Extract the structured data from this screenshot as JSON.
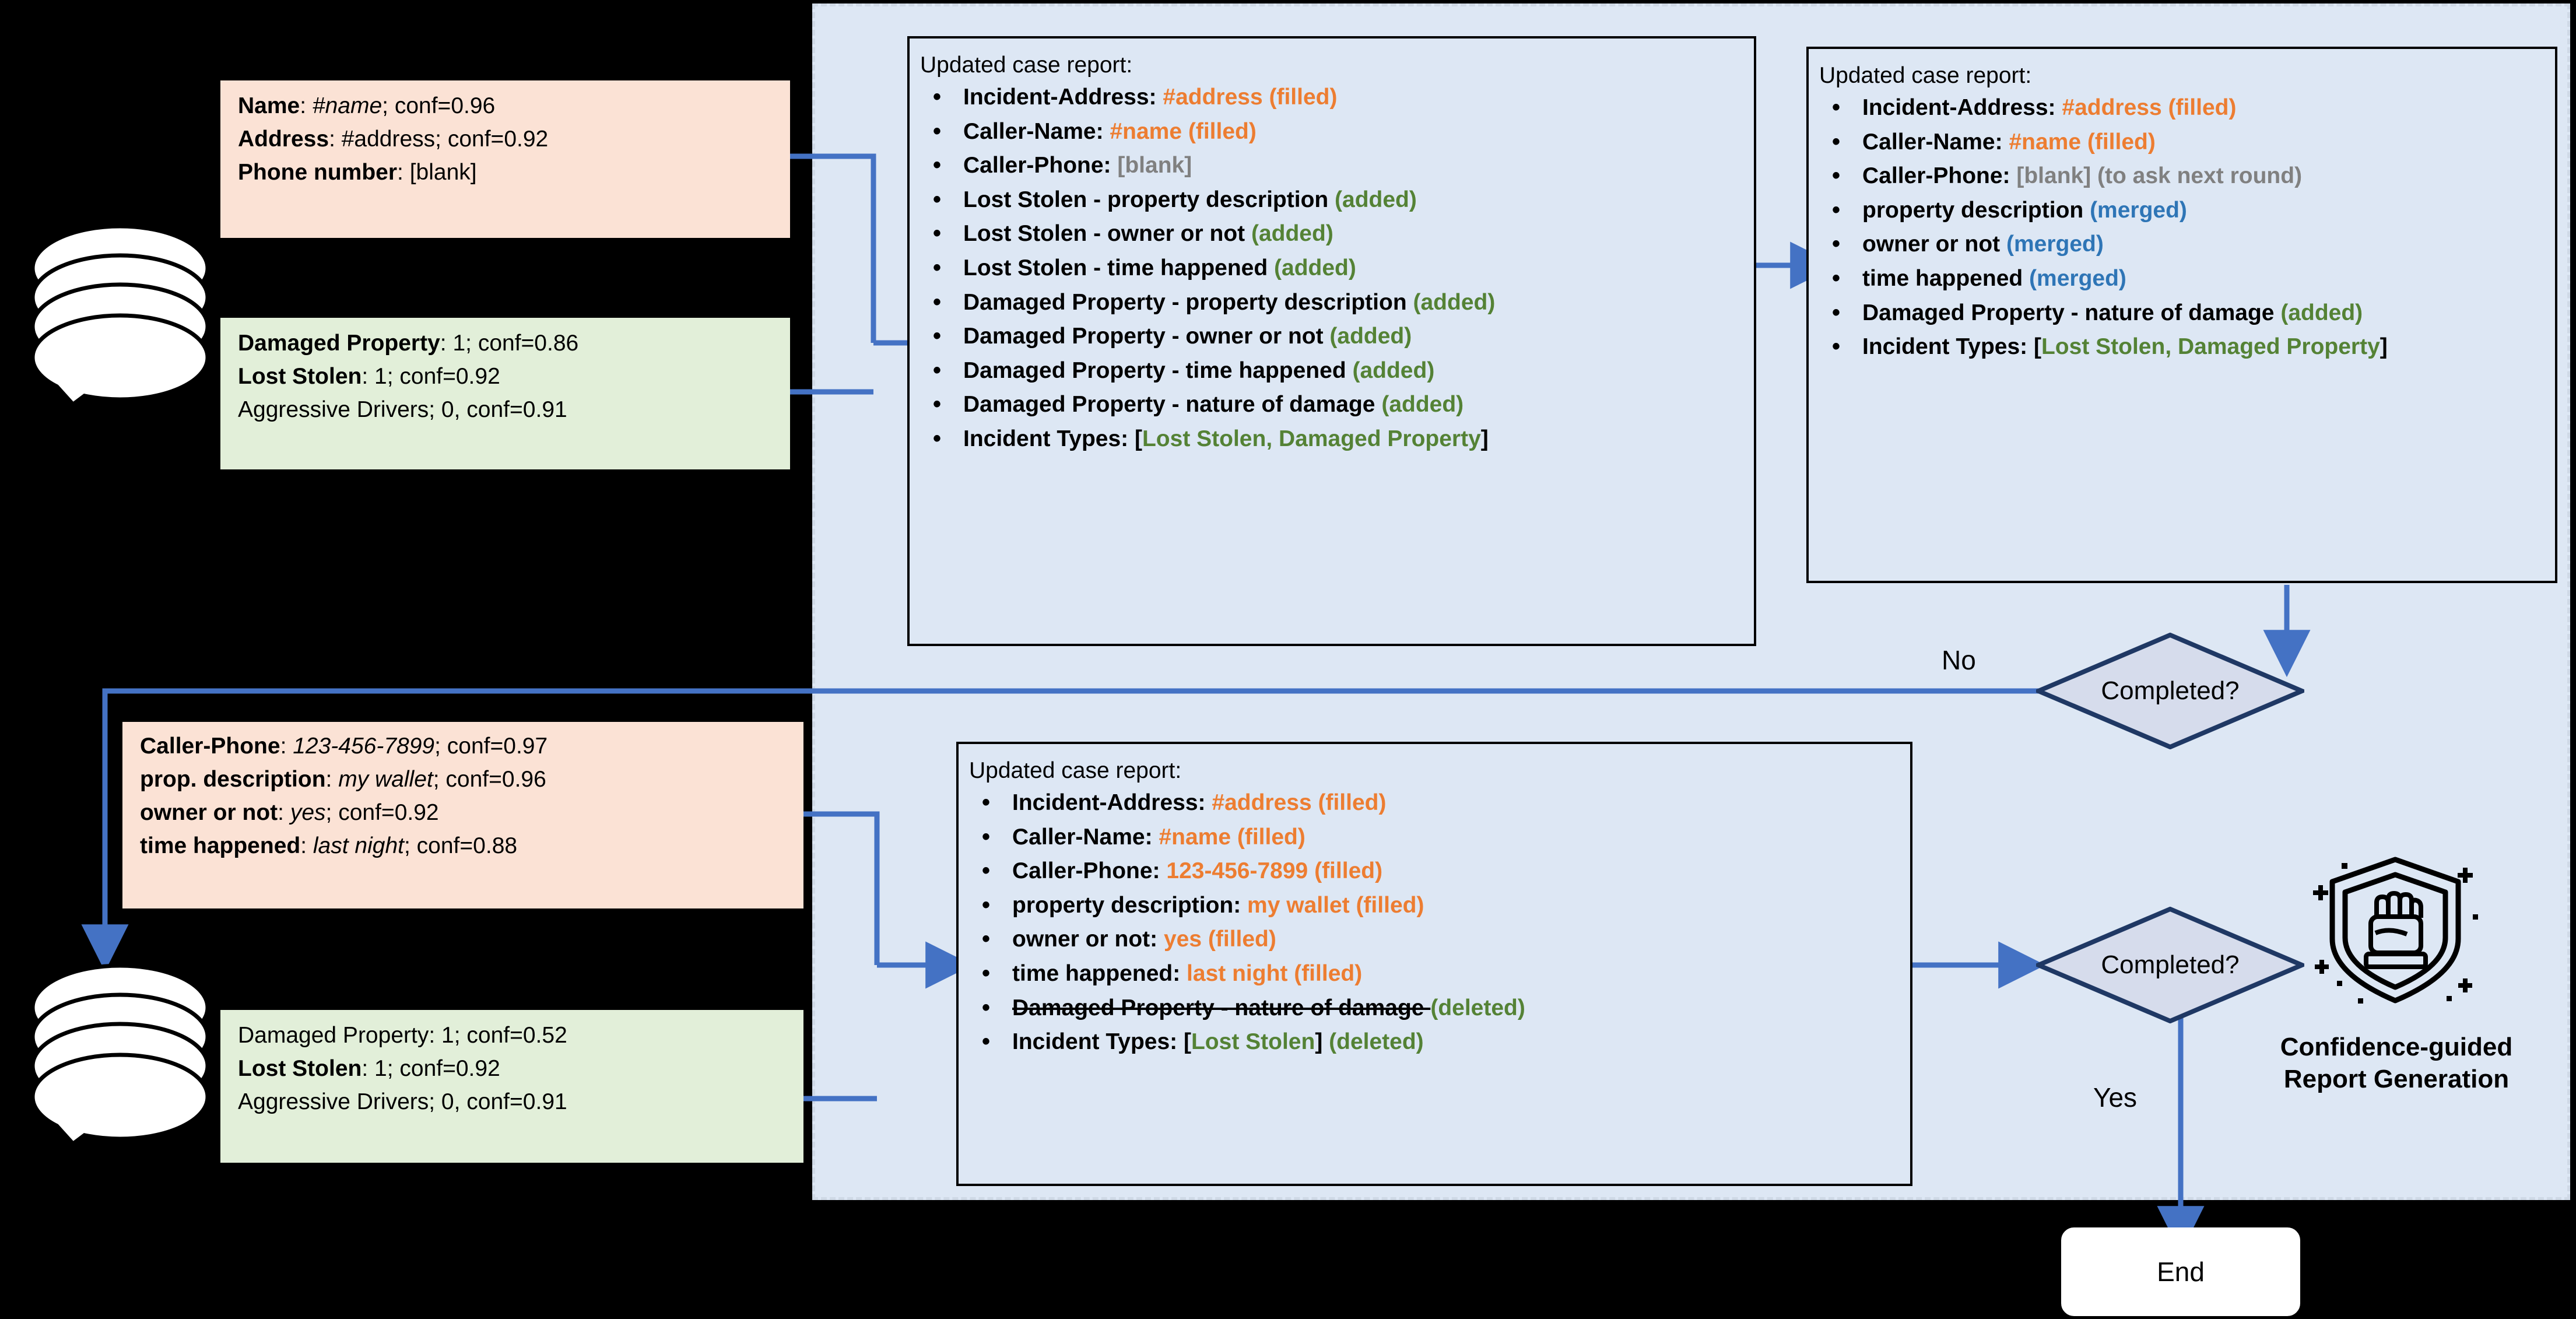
{
  "panel": {
    "label": "confidence-guided-report-generation-region"
  },
  "round1": {
    "entities_box": {
      "lines": [
        {
          "label": "Name",
          "label_bold": true,
          "value": "#name",
          "value_italic": true,
          "conf": "conf=0.96"
        },
        {
          "label": "Address",
          "label_bold": true,
          "value": "#address",
          "value_italic": false,
          "conf": "conf=0.92"
        },
        {
          "label": "Phone number",
          "label_bold": true,
          "value": "[blank]",
          "value_italic": false,
          "conf": ""
        }
      ]
    },
    "incident_box": {
      "lines": [
        {
          "label": "Damaged Property",
          "label_bold": true,
          "text": ": 1; conf=0.86"
        },
        {
          "label": "Lost Stolen",
          "label_bold": true,
          "text": ": 1; conf=0.92"
        },
        {
          "label": "Aggressive Drivers",
          "label_bold": false,
          "text": "; 0, conf=0.91"
        }
      ]
    },
    "report_a": {
      "title": "Updated case report:",
      "items": [
        {
          "main": "Incident-Address: ",
          "value": "#address (filled)",
          "tone": "orange"
        },
        {
          "main": "Caller-Name: ",
          "value": "#name (filled)",
          "tone": "orange"
        },
        {
          "main": "Caller-Phone: ",
          "value": "[blank]",
          "tone": "gray"
        },
        {
          "main": "Lost Stolen - property description ",
          "value": "(added)",
          "tone": "green"
        },
        {
          "main": "Lost Stolen - owner or not ",
          "value": "(added)",
          "tone": "green"
        },
        {
          "main": "Lost Stolen - time happened ",
          "value": "(added)",
          "tone": "green"
        },
        {
          "main": "Damaged Property - property description ",
          "value": "(added)",
          "tone": "green",
          "wrap": true
        },
        {
          "main": "Damaged Property - owner or not ",
          "value": "(added)",
          "tone": "green"
        },
        {
          "main": "Damaged Property - time happened ",
          "value": "(added)",
          "tone": "green"
        },
        {
          "main": "Damaged Property - nature of damage ",
          "value": "(added)",
          "tone": "green"
        },
        {
          "main": "Incident Types: [",
          "value": "Lost Stolen, Damaged Property",
          "tone": "green",
          "suffix": "]"
        }
      ]
    },
    "report_b": {
      "title": "Updated case report:",
      "items": [
        {
          "main": "Incident-Address: ",
          "value": "#address (filled)",
          "tone": "orange"
        },
        {
          "main": "Caller-Name: ",
          "value": "#name (filled)",
          "tone": "orange"
        },
        {
          "main": "Caller-Phone: ",
          "value": "[blank] (to ask next round)",
          "tone": "gray"
        },
        {
          "main": "property description ",
          "value": "(merged)",
          "tone": "blue"
        },
        {
          "main": "owner or not ",
          "value": "(merged)",
          "tone": "blue"
        },
        {
          "main": "time happened ",
          "value": "(merged)",
          "tone": "blue"
        },
        {
          "main": "Damaged Property - nature of damage ",
          "value": "(added)",
          "tone": "green",
          "wrap": true
        },
        {
          "main": "Incident Types: [",
          "value": "Lost Stolen, Damaged Property",
          "tone": "green",
          "suffix": "]",
          "wrap": true
        }
      ]
    },
    "decision": {
      "label": "Completed?",
      "no_label": "No"
    }
  },
  "round2": {
    "entities_box": {
      "lines": [
        {
          "label": "Caller-Phone",
          "label_bold": true,
          "value": "123-456-7899",
          "value_italic": true,
          "conf": "conf=0.97"
        },
        {
          "label": "prop. description",
          "label_bold": true,
          "value": "my wallet",
          "value_italic": true,
          "conf": "conf=0.96"
        },
        {
          "label": "owner or not",
          "label_bold": true,
          "value": "yes",
          "value_italic": true,
          "conf": "conf=0.92"
        },
        {
          "label": "time happened",
          "label_bold": true,
          "value": "last night",
          "value_italic": true,
          "conf": "conf=0.88"
        }
      ]
    },
    "incident_box": {
      "lines": [
        {
          "label": "Damaged Property",
          "label_bold": false,
          "text": ": 1; conf=0.52"
        },
        {
          "label": "Lost Stolen",
          "label_bold": true,
          "text": ": 1; conf=0.92"
        },
        {
          "label": "Aggressive Drivers",
          "label_bold": false,
          "text": "; 0, conf=0.91"
        }
      ]
    },
    "report_c": {
      "title": "Updated case report:",
      "items": [
        {
          "main": "Incident-Address: ",
          "value": "#address (filled)",
          "tone": "orange"
        },
        {
          "main": "Caller-Name: ",
          "value": "#name (filled)",
          "tone": "orange"
        },
        {
          "main": "Caller-Phone: ",
          "value": "123-456-7899 (filled)",
          "tone": "orange"
        },
        {
          "main": "property description: ",
          "value": "my wallet (filled)",
          "tone": "orange"
        },
        {
          "main": "owner or not: ",
          "value": "yes (filled)",
          "tone": "orange"
        },
        {
          "main": "time happened: ",
          "value": "last night (filled)",
          "tone": "orange"
        },
        {
          "main": "Damaged Property - nature of damage ",
          "value": "(deleted)",
          "tone": "green",
          "struck": true
        },
        {
          "main": "Incident Types: [",
          "value": "Lost Stolen",
          "tone": "green",
          "suffix": "] ",
          "tail": "(deleted)",
          "tail_tone": "green"
        }
      ]
    },
    "decision": {
      "label": "Completed?",
      "yes_label": "Yes"
    }
  },
  "end_node": {
    "label": "End"
  },
  "stage_caption": {
    "line1": "Confidence-guided",
    "line2": "Report Generation"
  },
  "colors": {
    "panel_bg": "#dde7f4",
    "entities_bg": "#fbe2d5",
    "incident_bg": "#e2efd9",
    "arrow": "#4472C4",
    "diamond_stroke": "#1F3864",
    "diamond_fill": "#d6dcec",
    "orange": "#ED7D31",
    "green": "#548235",
    "blue": "#2E75B6",
    "gray": "#808080"
  }
}
